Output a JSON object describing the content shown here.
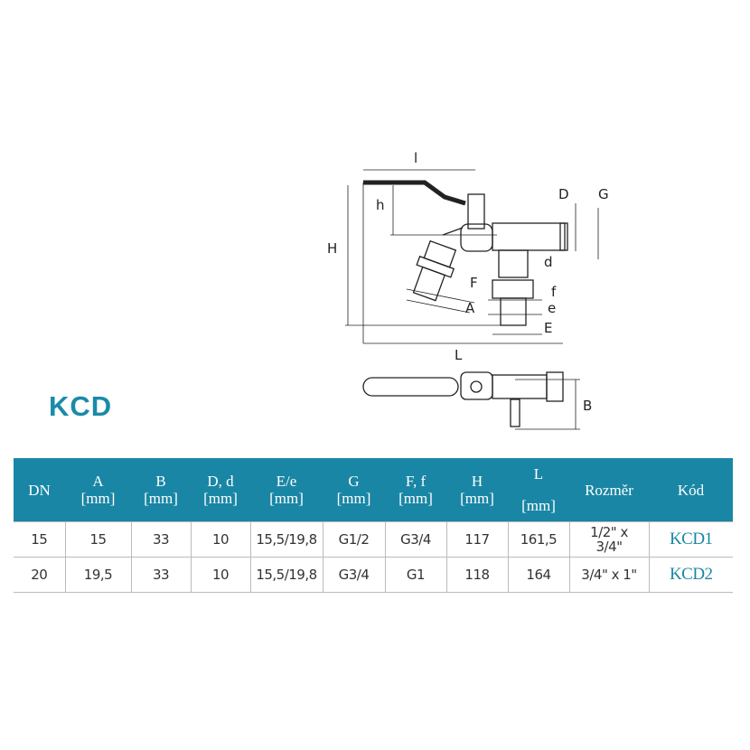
{
  "title": "KCD",
  "diagram": {
    "labels": [
      "l",
      "h",
      "H",
      "D",
      "G",
      "d",
      "F",
      "f",
      "A",
      "e",
      "E",
      "L",
      "B"
    ]
  },
  "table": {
    "headers": [
      {
        "top": "DN",
        "bottom": ""
      },
      {
        "top": "A",
        "bottom": "[mm]"
      },
      {
        "top": "B",
        "bottom": "[mm]"
      },
      {
        "top": "D, d",
        "bottom": "[mm]"
      },
      {
        "top": "E/e",
        "bottom": "[mm]"
      },
      {
        "top": "G",
        "bottom": "[mm]"
      },
      {
        "top": "F, f",
        "bottom": "[mm]"
      },
      {
        "top": "H",
        "bottom": "[mm]"
      },
      {
        "top": "L",
        "bottom": "[mm]"
      },
      {
        "top": "Rozměr",
        "bottom": ""
      },
      {
        "top": "Kód",
        "bottom": ""
      }
    ],
    "rows": [
      [
        "15",
        "15",
        "33",
        "10",
        "15,5/19,8",
        "G1/2",
        "G3/4",
        "117",
        "161,5",
        "1/2\" x 3/4\"",
        "KCD1"
      ],
      [
        "20",
        "19,5",
        "33",
        "10",
        "15,5/19,8",
        "G3/4",
        "G1",
        "118",
        "164",
        "3/4\" x 1\"",
        "KCD2"
      ]
    ]
  },
  "colors": {
    "accent": "#1a86a5"
  }
}
